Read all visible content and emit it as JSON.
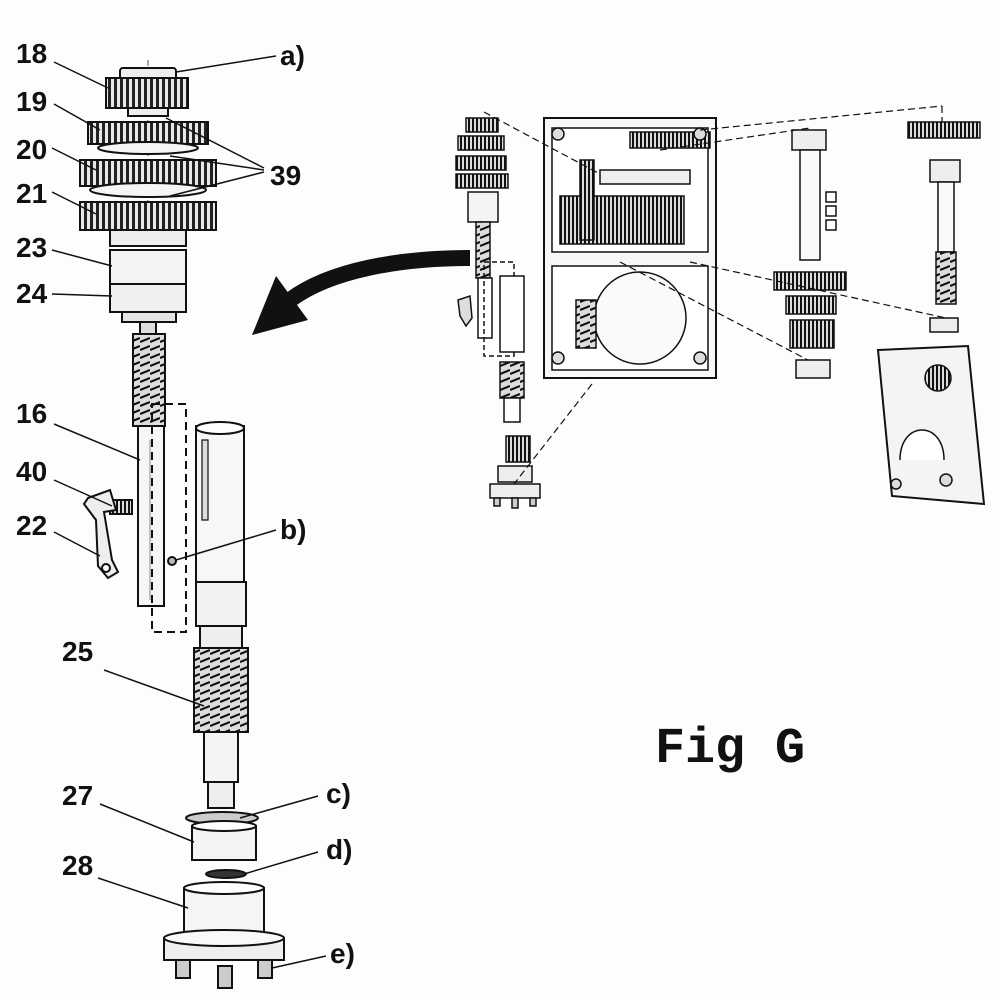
{
  "figure": {
    "title": "Fig G"
  },
  "part_labels": {
    "p18": "18",
    "p19": "19",
    "p20": "20",
    "p21": "21",
    "p23": "23",
    "p24": "24",
    "p16": "16",
    "p40": "40",
    "p22": "22",
    "p25": "25",
    "p27": "27",
    "p28": "28",
    "p39": "39"
  },
  "callouts": {
    "a": "a)",
    "b": "b)",
    "c": "c)",
    "d": "d)",
    "e": "e)"
  },
  "colors": {
    "ink": "#111111",
    "paper": "#fdfdfb",
    "gear_fill": "#e6e6e6"
  }
}
